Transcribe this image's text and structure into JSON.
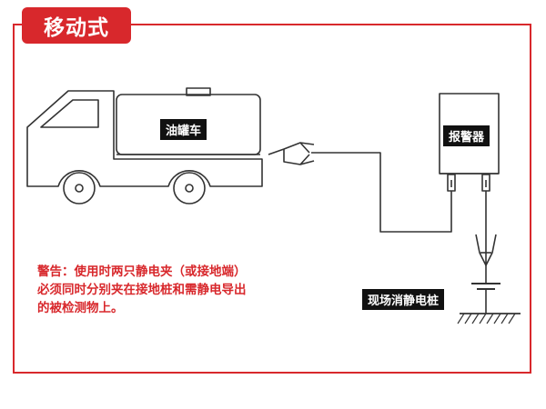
{
  "header": {
    "title": "移动式"
  },
  "labels": {
    "truck": "油罐车",
    "alarm": "报警器",
    "ground_post": "现场消静电桩"
  },
  "warning": {
    "lines": [
      "警告：使用时两只静电夹（或接地端）",
      "必须同时分别夹在接地桩和需静电导出",
      "的被检测物上。"
    ]
  },
  "colors": {
    "accent": "#d8282c",
    "line": "#333333",
    "label_bg": "#111111"
  }
}
